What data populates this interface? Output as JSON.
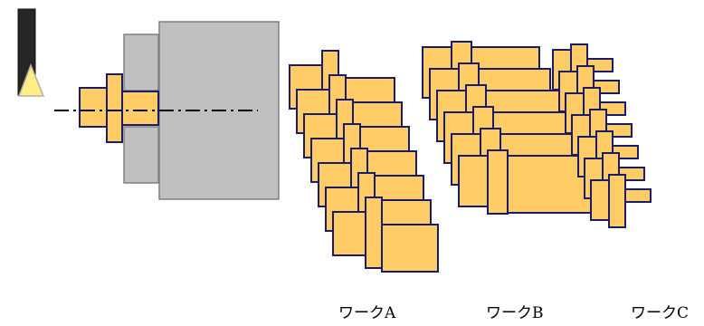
{
  "colors": {
    "part_fill": "#FFCC66",
    "part_stroke": "#1B1B6B",
    "machine_fill": "#C0C0C0",
    "machine_stroke": "#7F7F7F",
    "tool_holder": "#262626",
    "tool_tip": "#FFEE88",
    "centerline": "#000000"
  },
  "icons": {
    "cutting_tool": "lathe-cutting-tool-icon"
  },
  "labels": {
    "work_a": "ワークA",
    "work_b": "ワークB",
    "work_c": "ワークC"
  }
}
